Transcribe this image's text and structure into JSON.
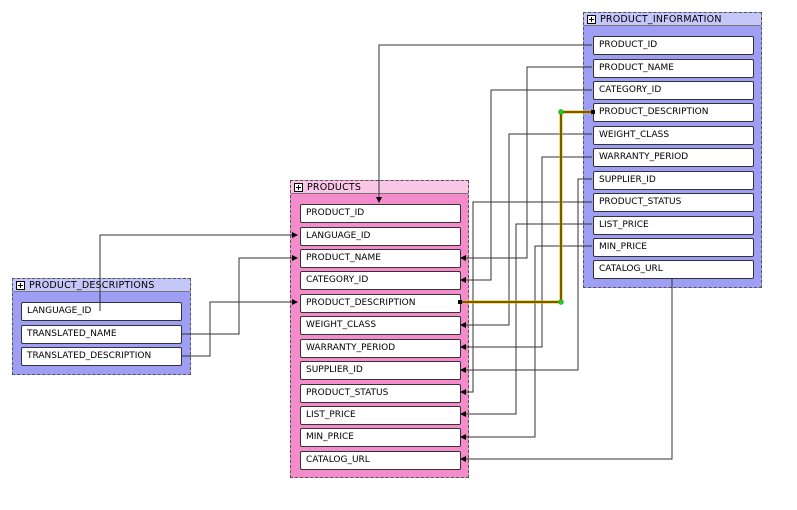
{
  "entities": {
    "product_information": {
      "title": "PRODUCT_INFORMATION",
      "fields": [
        "PRODUCT_ID",
        "PRODUCT_NAME",
        "CATEGORY_ID",
        "PRODUCT_DESCRIPTION",
        "WEIGHT_CLASS",
        "WARRANTY_PERIOD",
        "SUPPLIER_ID",
        "PRODUCT_STATUS",
        "LIST_PRICE",
        "MIN_PRICE",
        "CATALOG_URL"
      ],
      "color": "#9d9ef4"
    },
    "products": {
      "title": "PRODUCTS",
      "fields": [
        "PRODUCT_ID",
        "LANGUAGE_ID",
        "PRODUCT_NAME",
        "CATEGORY_ID",
        "PRODUCT_DESCRIPTION",
        "WEIGHT_CLASS",
        "WARRANTY_PERIOD",
        "SUPPLIER_ID",
        "PRODUCT_STATUS",
        "LIST_PRICE",
        "MIN_PRICE",
        "CATALOG_URL"
      ],
      "color": "#f48ccc"
    },
    "product_descriptions": {
      "title": "PRODUCT_DESCRIPTIONS",
      "fields": [
        "LANGUAGE_ID",
        "TRANSLATED_NAME",
        "TRANSLATED_DESCRIPTION"
      ],
      "color": "#9d9ef4"
    }
  },
  "highlight_color": "#f0b400"
}
